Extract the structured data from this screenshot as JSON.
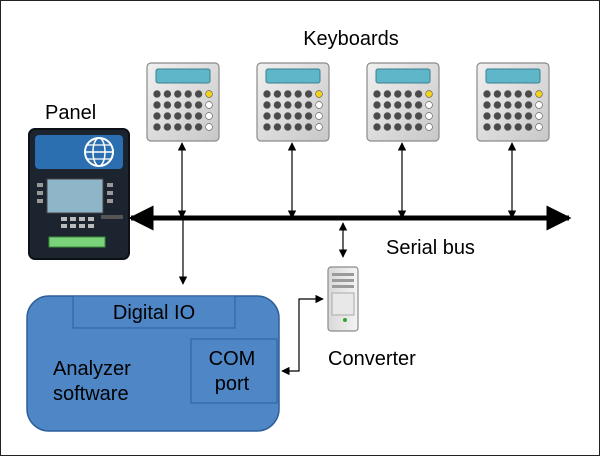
{
  "labels": {
    "keyboards": "Keyboards",
    "panel": "Panel",
    "serial_bus": "Serial bus",
    "converter": "Converter",
    "digital_io": "Digital IO",
    "analyzer_line1": "Analyzer",
    "analyzer_line2": "software",
    "com_line1": "COM",
    "com_line2": "port"
  },
  "keyboard_count": 4,
  "colors": {
    "analyzer_fill": "#4f86c6",
    "analyzer_stroke": "#2f5f9a",
    "keyboard_body": "#e4e4e4",
    "keyboard_display": "#5fb6c8",
    "panel_body": "#1c2430",
    "panel_screen": "#2c6fb0",
    "accent_key": "#f2d21a",
    "line": "#000000"
  },
  "icons": [
    "keyboard-icon",
    "atm-panel-icon",
    "globe-icon",
    "server-tower-icon"
  ]
}
